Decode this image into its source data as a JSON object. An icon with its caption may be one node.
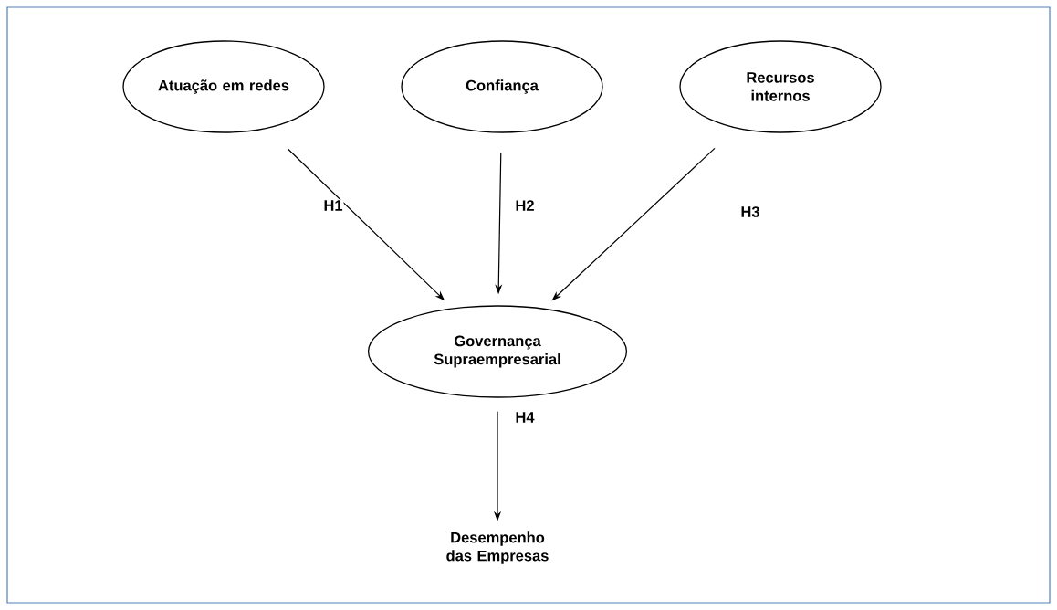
{
  "diagram": {
    "nodes": [
      {
        "text": [
          "Atuação em redes"
        ]
      },
      {
        "text": [
          "Confiança"
        ]
      },
      {
        "text": [
          "Recursos internos"
        ]
      },
      {
        "text": [
          "Governança Supraempresarial"
        ]
      },
      {
        "text": [
          "Desempenho das Empresas"
        ]
      }
    ],
    "edges": [
      {
        "from": 0,
        "to": 3,
        "arrow": "to",
        "label": "H1"
      },
      {
        "from": 1,
        "to": 3,
        "arrow": "to",
        "label": "H2"
      },
      {
        "from": 2,
        "to": 3,
        "arrow": "to",
        "label": "H3"
      },
      {
        "from": 3,
        "to": 4,
        "arrow": "to",
        "label": "H4"
      }
    ]
  }
}
